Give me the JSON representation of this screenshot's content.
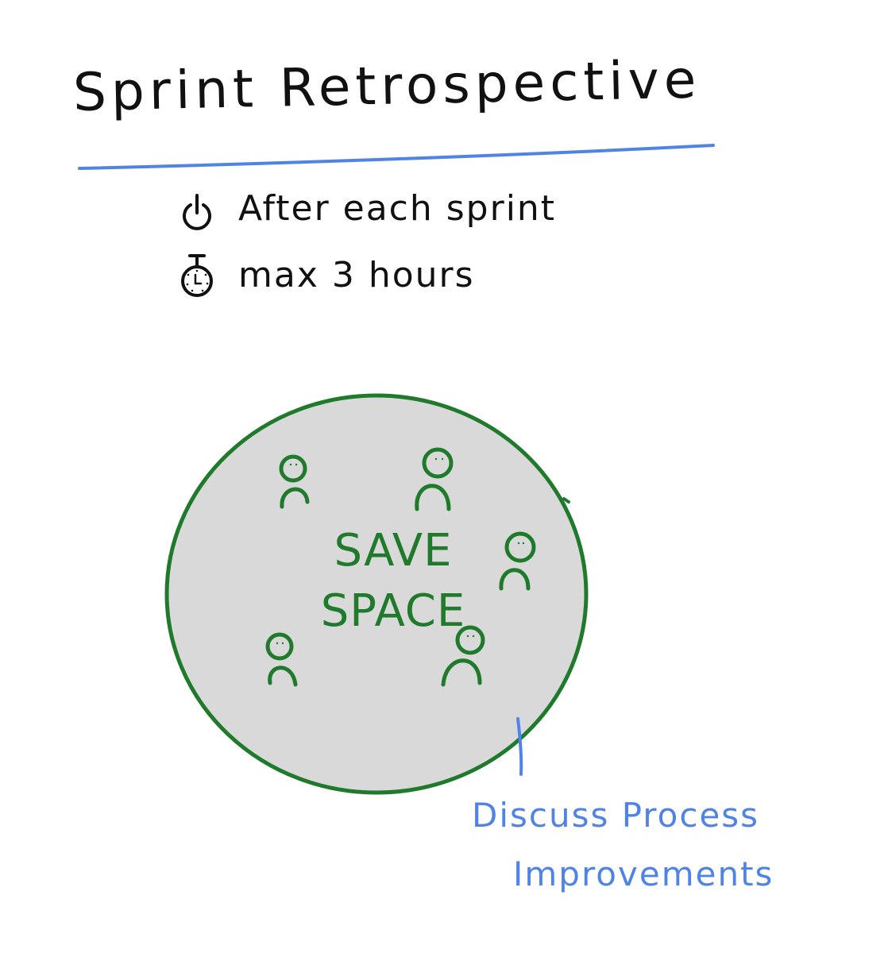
{
  "title": "Sprint Retrospective",
  "info": [
    {
      "icon": "power-icon",
      "text": "After each sprint"
    },
    {
      "icon": "stopwatch-icon",
      "text": "max 3 hours"
    }
  ],
  "circle_label": {
    "line1": "SAVE",
    "line2": "SPACE"
  },
  "annotation": {
    "line1": "Discuss Process",
    "line2": "Improvements"
  },
  "colors": {
    "title_text": "#111111",
    "underline": "#4f83e6",
    "circle_fill": "#d9d9d9",
    "circle_stroke": "#1f7a2c",
    "people": "#1f7a2c",
    "annotation": "#4f83e6"
  }
}
